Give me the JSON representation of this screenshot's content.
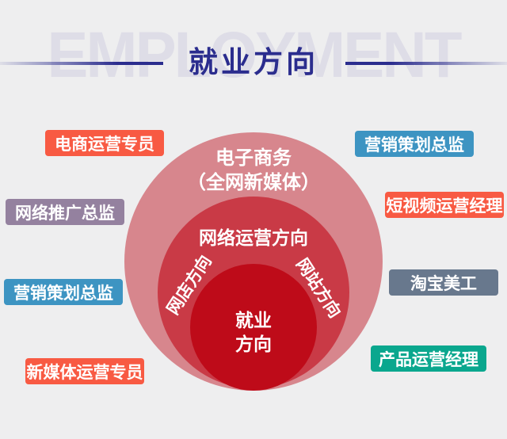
{
  "header": {
    "watermark": "EMPLOYMENT",
    "title": "就业方向"
  },
  "diagram": {
    "outer_circle": {
      "line1": "电子商务",
      "line2": "（全网新媒体）",
      "color": "#d7868d"
    },
    "middle_circle": {
      "label": "网络运营方向",
      "color": "#c93a46"
    },
    "inner_circle": {
      "line1": "就业",
      "line2": "方向",
      "color": "#be0b19"
    },
    "diagonal_left": "网店方向",
    "diagonal_right": "网站方向"
  },
  "labels": {
    "left": [
      {
        "text": "电商运营专员",
        "color": "#f85a43"
      },
      {
        "text": "网络推广总监",
        "color": "#94819f"
      },
      {
        "text": "营销策划总监",
        "color": "#3d94c2"
      },
      {
        "text": "新媒体运营专员",
        "color": "#f85a43"
      }
    ],
    "right": [
      {
        "text": "营销策划总监",
        "color": "#3d94c2"
      },
      {
        "text": "短视频运营经理",
        "color": "#f85a43"
      },
      {
        "text": "淘宝美工",
        "color": "#68788d"
      },
      {
        "text": "产品运营经理",
        "color": "#0aa78e"
      }
    ]
  },
  "colors": {
    "background": "#eeeeef",
    "watermark_text": "#dedde7",
    "title_text": "#2b2d8e",
    "divider_left_gradient": "linear-gradient(to right, rgba(43,45,142,0.08), #2b2d8e 72%)",
    "divider_right_gradient": "linear-gradient(to left, rgba(43,45,142,0.08), #2b2d8e 72%)"
  }
}
